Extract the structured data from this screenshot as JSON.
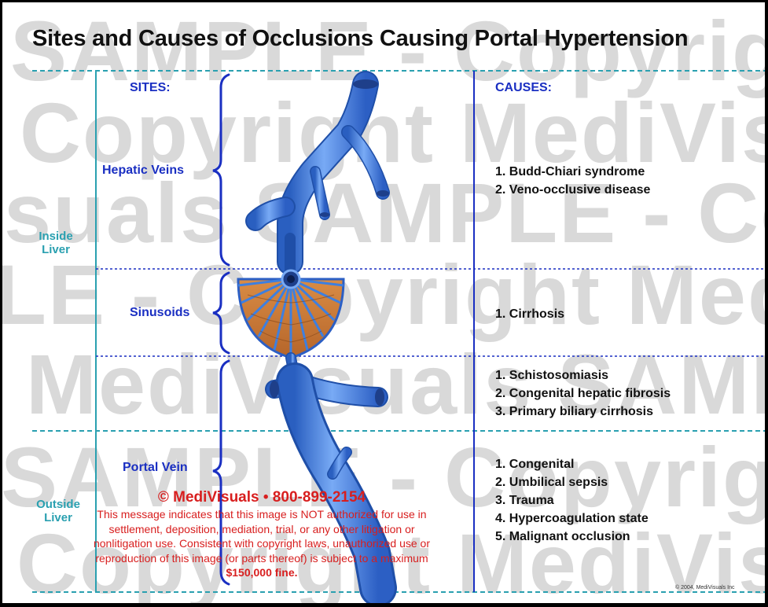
{
  "title": "Sites and Causes of Occlusions Causing Portal Hypertension",
  "watermark": {
    "rows": [
      "SAMPLE - Copyright MediVisuals",
      "Copyright MediVisuals SAMPLE",
      "isuals SAMPLE - Copyright",
      "LE - Copyright MediVisuals",
      "MediVisuals SAMPLE - Copy",
      "SAMPLE - Copyright MediVisuals",
      "Copyright MediVisuals SAMPLE"
    ]
  },
  "sites_header": "SITES:",
  "causes_header": "CAUSES:",
  "regions": {
    "inside": "Inside Liver",
    "outside": "Outside Liver"
  },
  "sites": [
    {
      "label": "Hepatic Veins"
    },
    {
      "label": "Sinusoids"
    },
    {
      "label": "Portal Vein"
    }
  ],
  "causes": {
    "hepatic_veins": [
      "1. Budd-Chiari syndrome",
      "2. Veno-occlusive disease"
    ],
    "sinusoids": [
      "1. Cirrhosis"
    ],
    "portal_vein_inside": [
      "1. Schistosomiasis",
      "2. Congenital hepatic fibrosis",
      "3. Primary biliary cirrhosis"
    ],
    "portal_vein_outside": [
      "1. Congenital",
      "2. Umbilical sepsis",
      "3. Trauma",
      "4. Hypercoagulation state",
      "5. Malignant occlusion"
    ]
  },
  "notice": {
    "heading": "© MediVisuals • 800-899-2154",
    "body": "This message indicates that this image is NOT authorized for use in settlement, deposition, mediation, trial, or any other litigation or nonlitigation use. Consistent with copyright laws, unauthorized use or reproduction of this image (or parts thereof) is subject to a maximum",
    "fine": "$150,000 fine."
  },
  "copyright": "© 2004, MediVisuals Inc",
  "colors": {
    "frame_lines": "#2aa0b0",
    "blue_lines": "#1a2fc2",
    "vein": "#3d7fe0",
    "sinusoid": "#c97a35",
    "notice_red": "#d81e1e"
  }
}
